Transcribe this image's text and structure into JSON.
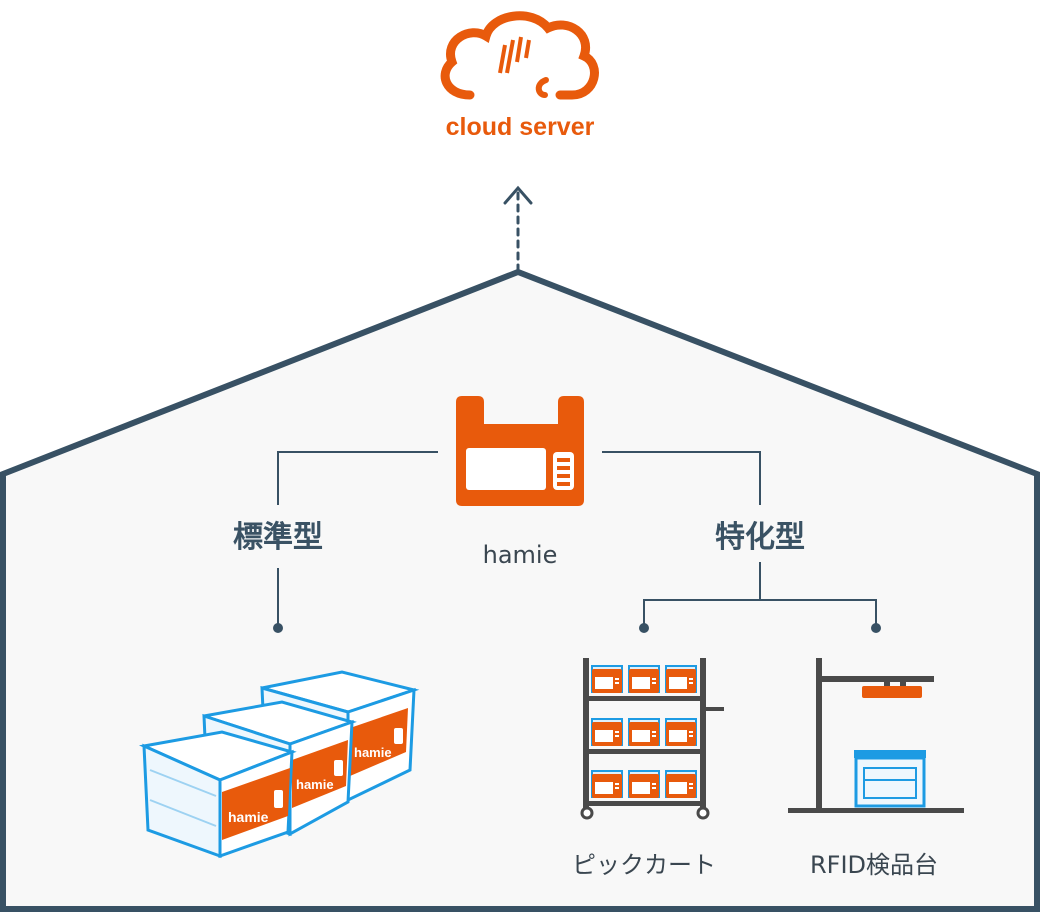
{
  "cloud": {
    "label": "cloud server",
    "icon": "cloud-icon"
  },
  "center": {
    "label": "hamie",
    "icon": "hamie-device-icon"
  },
  "branches": {
    "left": {
      "label": "標準型"
    },
    "right": {
      "label": "特化型"
    }
  },
  "products": {
    "boxes": {
      "icon": "hamie-boxes-icon",
      "box_label": "hamie"
    },
    "cart": {
      "label": "ピックカート",
      "icon": "pick-cart-icon"
    },
    "rfid": {
      "label": "RFID検品台",
      "icon": "rfid-station-icon"
    }
  },
  "colors": {
    "accent": "#e85a0c",
    "house_line": "#385164",
    "house_fill": "#f8f8f8",
    "box_blue": "#1d9be3",
    "text": "#3a4650"
  }
}
